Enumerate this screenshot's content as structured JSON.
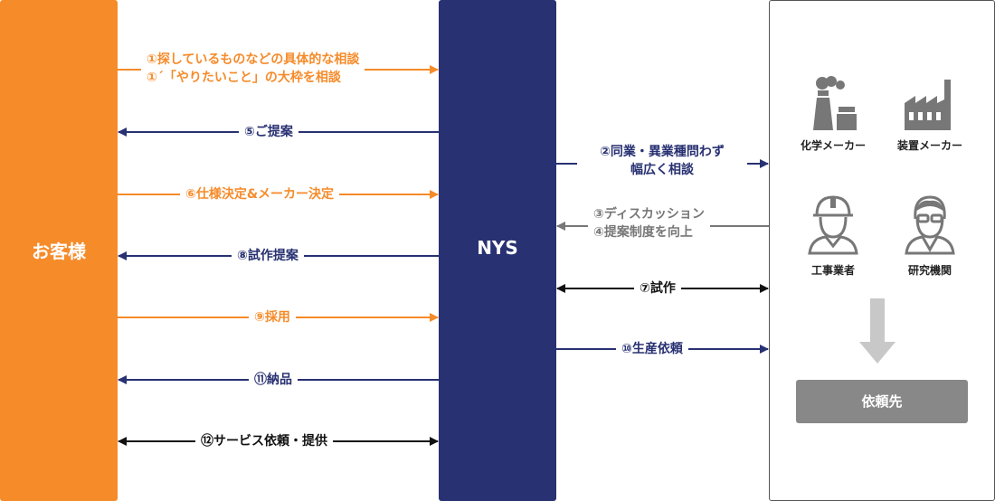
{
  "blocks": {
    "customer": "お客様",
    "nys": "NYS",
    "supplier": "依頼先"
  },
  "flows": {
    "f1": {
      "line1": "①探しているものなどの具体的な相談",
      "line2": "①´「やりたいこと」の大枠を相談"
    },
    "f5": "⑤ご提案",
    "f6": "⑥仕様決定&メーカー決定",
    "f8": "⑧試作提案",
    "f9": "⑨採用",
    "f11": "⑪納品",
    "f12": "⑫サービス依頼・提供",
    "f2": {
      "line1": "②同業・異業種問わず",
      "line2": "幅広く相談"
    },
    "f3": {
      "line1": "③ディスカッション",
      "line2": "④提案制度を向上"
    },
    "f7": "⑦試作",
    "f10": "⑩生産依頼"
  },
  "partners": [
    {
      "name": "化学メーカー",
      "icon": "chemical-plant-icon"
    },
    {
      "name": "装置メーカー",
      "icon": "factory-icon"
    },
    {
      "name": "工事業者",
      "icon": "construction-worker-icon"
    },
    {
      "name": "研究機関",
      "icon": "researcher-icon"
    }
  ],
  "colors": {
    "orange": "#f68b2a",
    "navy": "#283172",
    "gray": "#777777",
    "black": "#111111",
    "supplier_box": "#888888"
  }
}
